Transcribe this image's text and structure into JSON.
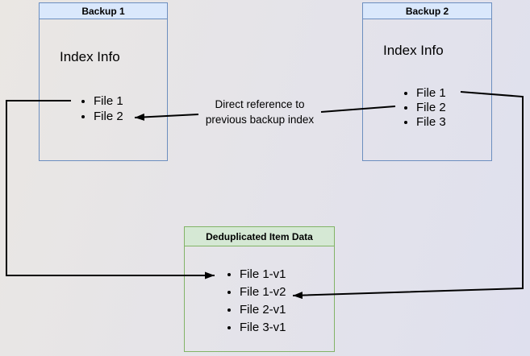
{
  "backup1": {
    "title": "Backup 1",
    "section_label": "Index Info",
    "items": [
      "File 1",
      "File 2"
    ]
  },
  "backup2": {
    "title": "Backup 2",
    "section_label": "Index Info",
    "items": [
      "File 1",
      "File 2",
      "File 3"
    ]
  },
  "dedup_store": {
    "title": "Deduplicated Item Data",
    "items": [
      "File 1-v1",
      "File 1-v2",
      "File 2-v1",
      "File 3-v1"
    ]
  },
  "edge_label": {
    "line1": "Direct reference to",
    "line2": "previous backup index"
  },
  "colors": {
    "blue_fill": "#dae8fc",
    "blue_stroke": "#6c8ebf",
    "green_fill": "#d5e8d4",
    "green_stroke": "#82b366",
    "connector": "#000000",
    "text": "#000000",
    "bg_start": "#eae7e3",
    "bg_end": "#dfe0ee"
  }
}
